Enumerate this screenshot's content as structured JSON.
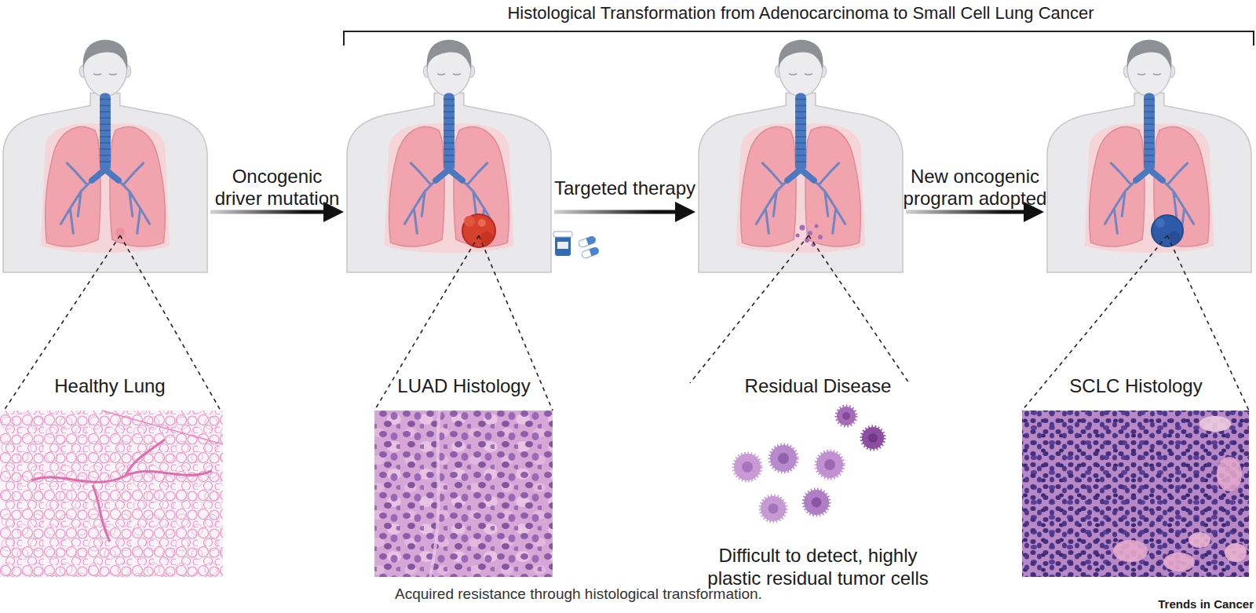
{
  "diagram": {
    "title": "Histological Transformation from Adenocarcinoma to Small Cell Lung Cancer",
    "caption": "Acquired resistance through histological transformation.",
    "nodes": [
      {
        "text": [
          "Healthy Lung"
        ]
      },
      {
        "text": [
          "LUAD Histology"
        ]
      },
      {
        "text": [
          "Residual Disease",
          "Difficult to detect, highly plastic residual tumor cells"
        ]
      },
      {
        "text": [
          "SCLC Histology"
        ]
      }
    ],
    "edges": [
      {
        "from": 0,
        "to": 1,
        "label": "Oncogenic driver mutation",
        "arrow": "to"
      },
      {
        "from": 1,
        "to": 2,
        "label": "Targeted therapy",
        "arrow": "to"
      },
      {
        "from": 2,
        "to": 3,
        "label": "New oncogenic program adopted",
        "arrow": "to"
      }
    ],
    "labels": [
      "Trends in Cancer"
    ]
  }
}
